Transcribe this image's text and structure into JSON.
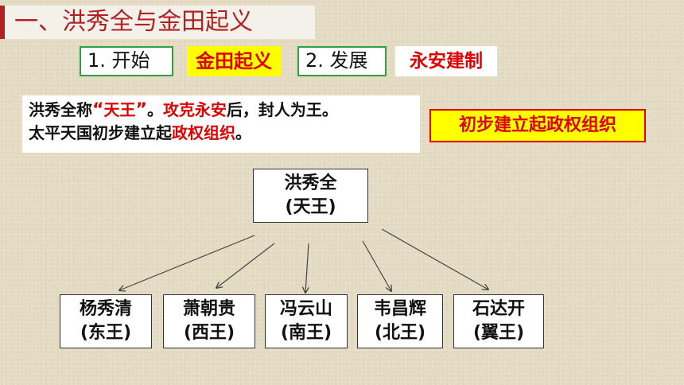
{
  "title": "一、洪秀全与金田起义",
  "steps": [
    {
      "label": "1. 开始",
      "event": "金田起义"
    },
    {
      "label": "2. 发展",
      "event": "永安建制"
    }
  ],
  "paragraph": {
    "l1_a": "洪秀全称",
    "l1_q_open": "“",
    "l1_title": "天王",
    "l1_q_close": "”",
    "l1_b": "。",
    "l1_c": "攻克永安",
    "l1_d": "后，封人为王。",
    "l2_a": "太平天国初步建立起",
    "l2_b": "政权组织",
    "l2_c": "。"
  },
  "callout": "初步建立起政权组织",
  "hierarchy": {
    "root": {
      "name": "洪秀全",
      "title": "(天王)"
    },
    "kings": [
      {
        "name": "杨秀清",
        "title": "(东王)"
      },
      {
        "name": "萧朝贵",
        "title": "(西王)"
      },
      {
        "name": "冯云山",
        "title": "(南王)"
      },
      {
        "name": "韦昌辉",
        "title": "(北王)"
      },
      {
        "name": "石达开",
        "title": "(翼王)"
      }
    ]
  },
  "colors": {
    "title": "#b22222",
    "accent_red": "#e00000",
    "highlight": "#ffff00",
    "box_border": "#2ea043"
  }
}
